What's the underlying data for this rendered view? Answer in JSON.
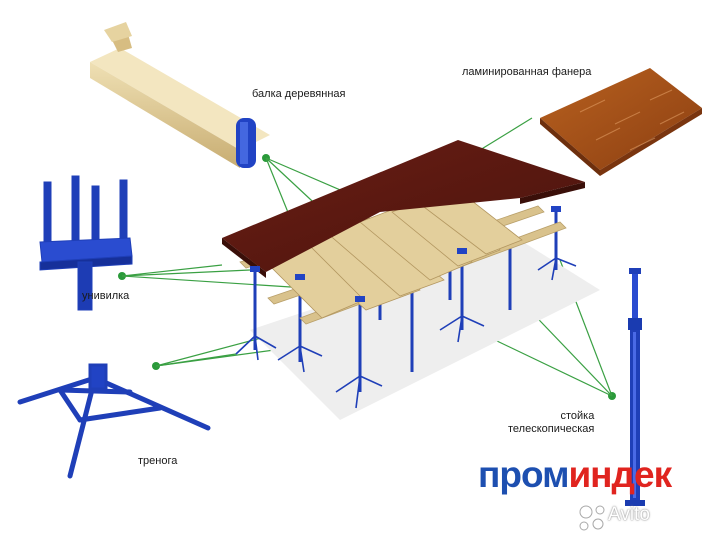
{
  "labels": {
    "beam": "балка деревянная",
    "plywood": "ламинированная фанера",
    "fork": "унивилка",
    "tripod": "тренога",
    "prop_line1": "стойка",
    "prop_line2": "телескопическая"
  },
  "brand": {
    "part1": "пром",
    "part2": "индек",
    "color1": "#1d4fb0",
    "color2": "#e0241f"
  },
  "watermark": "Avito",
  "colors": {
    "leader_line": "#3aa043",
    "metal": "#1f3fb8",
    "timber": "#d9c28c",
    "deck": "#5a1a12"
  }
}
